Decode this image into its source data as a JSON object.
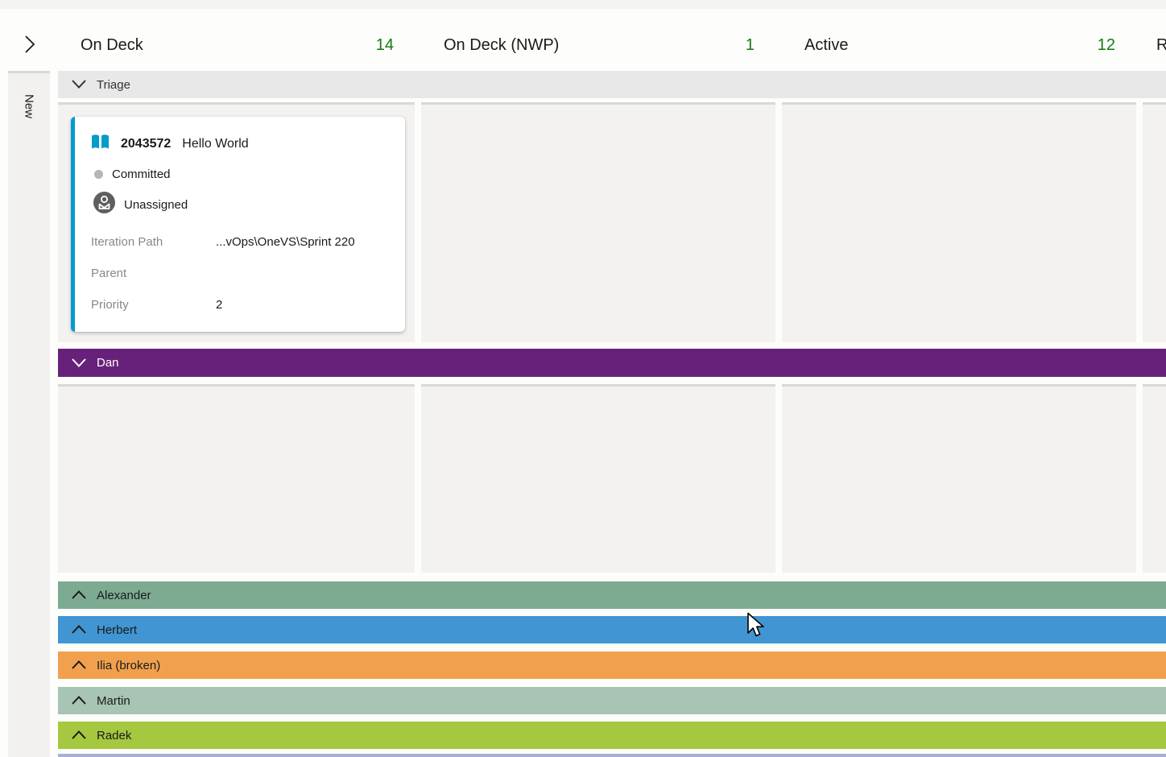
{
  "header": {
    "count_color": "#107c10",
    "columns": [
      {
        "label": "On Deck",
        "count": "14"
      },
      {
        "label": "On Deck (NWP)",
        "count": "1"
      },
      {
        "label": "Active",
        "count": "12"
      },
      {
        "label": "R",
        "count": ""
      }
    ]
  },
  "collapsed_column": {
    "label": "New"
  },
  "swimlanes": [
    {
      "name": "Triage",
      "state": "expanded",
      "bg": "#e8e8e8",
      "fg": "#333333"
    },
    {
      "name": "Dan",
      "state": "expanded",
      "bg": "#68217a",
      "fg": "#ffffff"
    },
    {
      "name": "Alexander",
      "state": "collapsed",
      "bg": "#7dab92",
      "fg": "#1b1a19"
    },
    {
      "name": "Herbert",
      "state": "collapsed",
      "bg": "#4095d2",
      "fg": "#1b1a19"
    },
    {
      "name": "Ilia (broken)",
      "state": "collapsed",
      "bg": "#f1a14e",
      "fg": "#1b1a19"
    },
    {
      "name": "Martin",
      "state": "collapsed",
      "bg": "#a7c4b5",
      "fg": "#1b1a19"
    },
    {
      "name": "Radek",
      "state": "collapsed",
      "bg": "#a5c840",
      "fg": "#1b1a19"
    }
  ],
  "partial_lane_color": "#a8aed8",
  "card": {
    "id": "2043572",
    "title": "Hello World",
    "state": "Committed",
    "state_color": "#b5b5b5",
    "assignee": "Unassigned",
    "accent_color": "#009ccc",
    "fields": [
      {
        "label": "Iteration Path",
        "value": "...vOps\\OneVS\\Sprint 220"
      },
      {
        "label": "Parent",
        "value": ""
      },
      {
        "label": "Priority",
        "value": "2"
      }
    ]
  }
}
